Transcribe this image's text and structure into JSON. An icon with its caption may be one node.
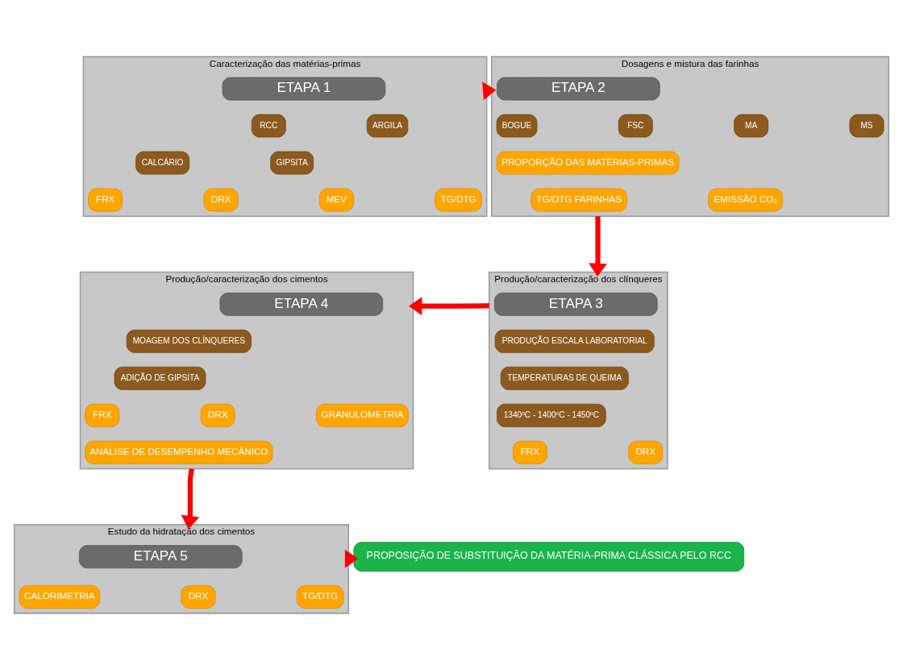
{
  "diagram": {
    "nodes": [
      {
        "text": [
          "Caracterização das matérias-primas"
        ]
      },
      {
        "text": [
          "ETAPA 1"
        ],
        "in": 0
      },
      {
        "text": [
          "RCC"
        ],
        "in": 0
      },
      {
        "text": [
          "ARGILA"
        ],
        "in": 0
      },
      {
        "text": [
          "CALCÁRIO"
        ],
        "in": 0
      },
      {
        "text": [
          "GIPSITA"
        ],
        "in": 0
      },
      {
        "text": [
          "FRX"
        ],
        "in": 0
      },
      {
        "text": [
          "DRX"
        ],
        "in": 0
      },
      {
        "text": [
          "MEV"
        ],
        "in": 0
      },
      {
        "text": [
          "TG/DTG"
        ],
        "in": 0
      },
      {
        "text": [
          "Dosagens e mistura das farinhas"
        ]
      },
      {
        "text": [
          "ETAPA 2"
        ],
        "in": 10
      },
      {
        "text": [
          "BOGUE"
        ],
        "in": 10
      },
      {
        "text": [
          "FSC"
        ],
        "in": 10
      },
      {
        "text": [
          "MA"
        ],
        "in": 10
      },
      {
        "text": [
          "MS"
        ],
        "in": 10
      },
      {
        "text": [
          "PROPORÇÃO DAS MATÉRIAS-PRIMAS"
        ],
        "in": 10
      },
      {
        "text": [
          "TG/DTG FARINHAS"
        ],
        "in": 10
      },
      {
        "text": [
          "EMISSÃO CO₂"
        ],
        "in": 10
      },
      {
        "text": [
          "Produção/caracterização dos clínqueres"
        ]
      },
      {
        "text": [
          "ETAPA 3"
        ],
        "in": 19
      },
      {
        "text": [
          "PRODUÇÃO ESCALA LABORATORIAL"
        ],
        "in": 19
      },
      {
        "text": [
          "TEMPERATURAS DE QUEIMA"
        ],
        "in": 19
      },
      {
        "text": [
          "1340ºC - 1400ºC - 1450ºC"
        ],
        "in": 19
      },
      {
        "text": [
          "FRX"
        ],
        "in": 19
      },
      {
        "text": [
          "DRX"
        ],
        "in": 19
      },
      {
        "text": [
          "Produção/caracterização dos cimentos"
        ]
      },
      {
        "text": [
          "ETAPA 4"
        ],
        "in": 26
      },
      {
        "text": [
          "MOAGEM DOS CLÍNQUERES"
        ],
        "in": 26
      },
      {
        "text": [
          "ADIÇÃO DE GIPSITA"
        ],
        "in": 26
      },
      {
        "text": [
          "FRX"
        ],
        "in": 26
      },
      {
        "text": [
          "DRX"
        ],
        "in": 26
      },
      {
        "text": [
          "GRANULOMETRIA"
        ],
        "in": 26
      },
      {
        "text": [
          "ANÁLISE DE DESEMPENHO MECÂNICO"
        ],
        "in": 26
      },
      {
        "text": [
          "Estudo da hidratação dos cimentos"
        ]
      },
      {
        "text": [
          "ETAPA 5"
        ],
        "in": 34
      },
      {
        "text": [
          "CALORIMETRIA"
        ],
        "in": 34
      },
      {
        "text": [
          "DRX"
        ],
        "in": 34
      },
      {
        "text": [
          "TG/DTG"
        ],
        "in": 34
      },
      {
        "text": [
          "PROPOSIÇÃO DE SUBSTITUIÇÃO DA MATÉRIA-PRIMA CLÁSSICA PELO RCC"
        ]
      }
    ],
    "edges": [
      {
        "from": 0,
        "to": 10,
        "arrow": "to"
      },
      {
        "from": 10,
        "to": 19,
        "arrow": "to"
      },
      {
        "from": 19,
        "to": 26,
        "arrow": "to"
      },
      {
        "from": 26,
        "to": 34,
        "arrow": "to"
      },
      {
        "from": 34,
        "to": 39,
        "arrow": "to"
      }
    ]
  }
}
